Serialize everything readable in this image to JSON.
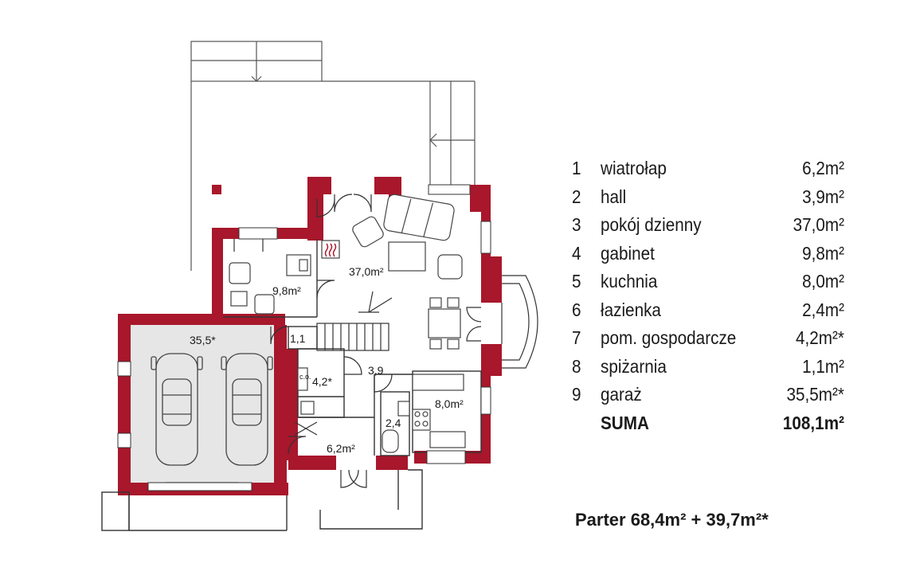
{
  "plan": {
    "labels": {
      "garage": "35,5*",
      "office": "9,8m²",
      "living": "37,0m²",
      "spizarnia": "1,1",
      "utility": "4,2*",
      "hall": "3,9",
      "bathroom": "2,4",
      "kitchen": "8,0m²",
      "vestibule": "6,2m²",
      "co": "c.o."
    }
  },
  "legend": {
    "rows": [
      {
        "num": "1",
        "name": "wiatrołap",
        "area": "6,2m²"
      },
      {
        "num": "2",
        "name": "hall",
        "area": "3,9m²"
      },
      {
        "num": "3",
        "name": "pokój dzienny",
        "area": "37,0m²"
      },
      {
        "num": "4",
        "name": "gabinet",
        "area": "9,8m²"
      },
      {
        "num": "5",
        "name": "kuchnia",
        "area": "8,0m²"
      },
      {
        "num": "6",
        "name": "łazienka",
        "area": "2,4m²"
      },
      {
        "num": "7",
        "name": "pom. gospodarcze",
        "area": "4,2m²*"
      },
      {
        "num": "8",
        "name": "spiżarnia",
        "area": "1,1m²"
      },
      {
        "num": "9",
        "name": "garaż",
        "area": "35,5m²*"
      }
    ],
    "sum_label": "SUMA",
    "sum_value": "108,1m²"
  },
  "footer": {
    "summary": "Parter  68,4m² + 39,7m²*"
  },
  "colors": {
    "wall": "#a8172b",
    "garage_floor": "#e6e6e6",
    "line": "#333333"
  }
}
